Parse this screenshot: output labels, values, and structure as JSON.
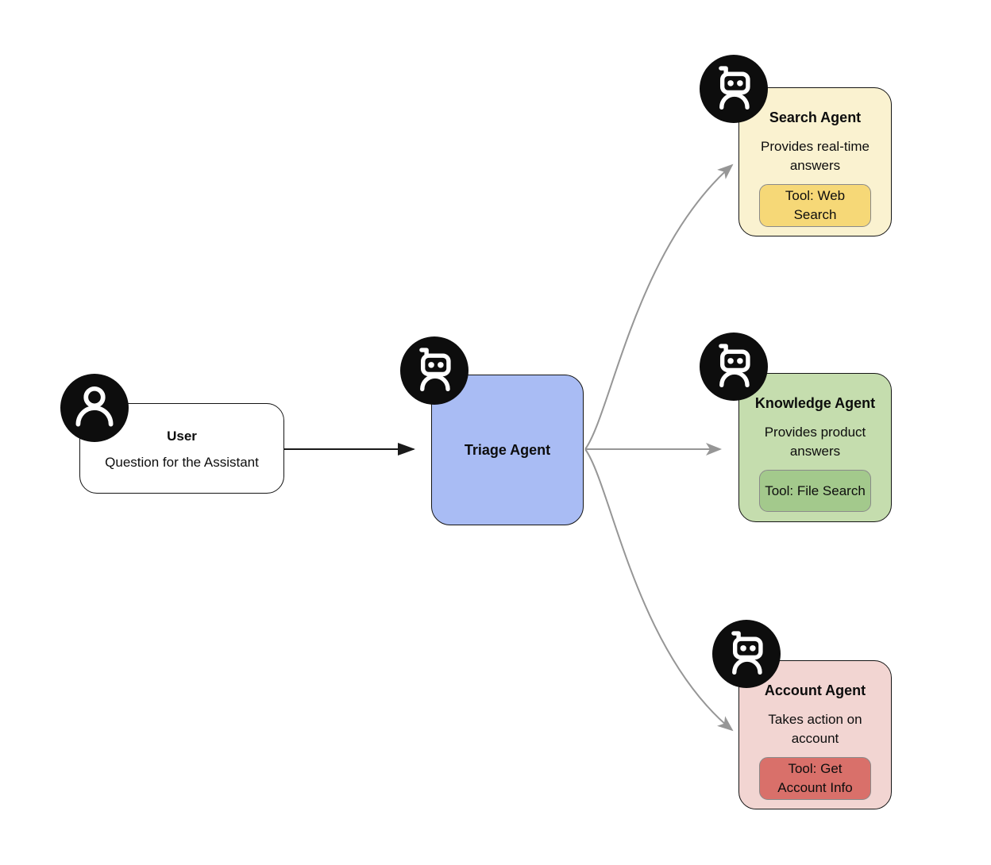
{
  "diagram": {
    "background": "#ffffff",
    "edge_colors": {
      "primary": "#1a1a1a",
      "secondary": "#969696"
    },
    "nodes": {
      "user": {
        "title": "User",
        "description": "Question for the Assistant",
        "fill": "#ffffff",
        "icon": "person-icon"
      },
      "triage": {
        "title": "Triage Agent",
        "fill": "#a9bcf4",
        "icon": "robot-icon"
      },
      "search": {
        "title": "Search Agent",
        "description": "Provides real-time answers",
        "tool_label": "Tool: Web Search",
        "fill": "#faf2d0",
        "tool_fill": "#f6d877",
        "icon": "robot-icon"
      },
      "knowledge": {
        "title": "Knowledge Agent",
        "description": "Provides product answers",
        "tool_label": "Tool: File Search",
        "fill": "#c5ddae",
        "tool_fill": "#a3c98c",
        "icon": "robot-icon"
      },
      "account": {
        "title": "Account Agent",
        "description": "Takes action on account",
        "tool_label": "Tool: Get Account Info",
        "fill": "#f2d5d2",
        "tool_fill": "#d9706a",
        "icon": "robot-icon"
      }
    }
  }
}
